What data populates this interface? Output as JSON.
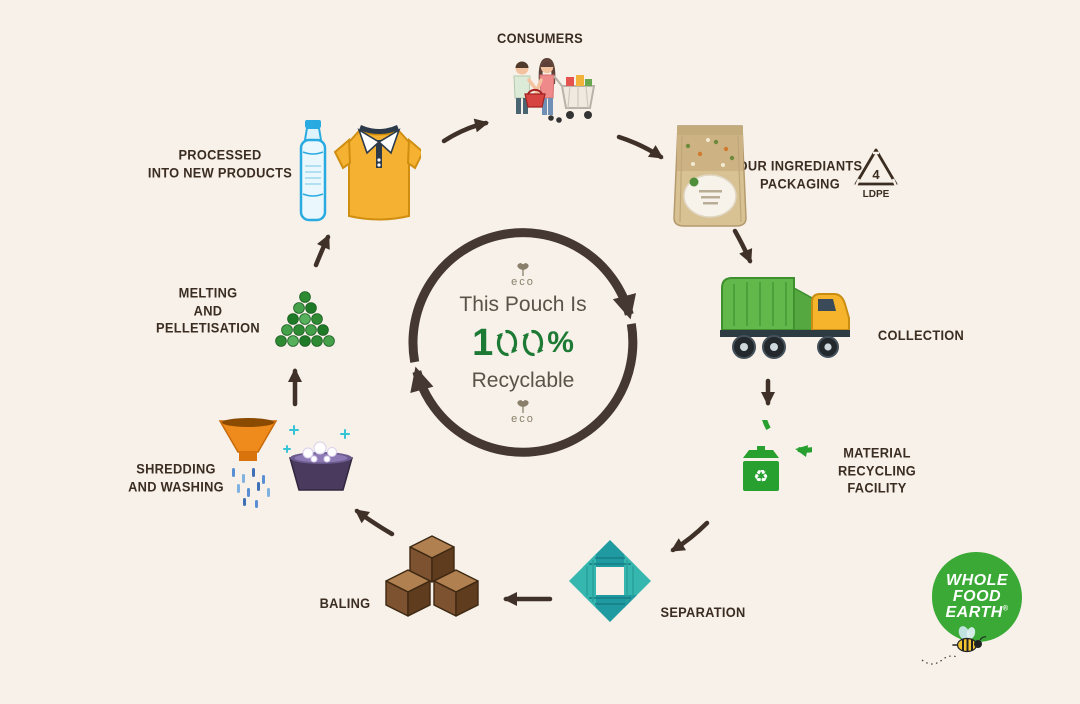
{
  "stages": {
    "consumers": "CONSUMERS",
    "packaging": "OUR INGREDIANTS\nPACKAGING",
    "collection": "COLLECTION",
    "mrf": "MATERIAL\nRECYCLING\nFACILITY",
    "separation": "SEPARATION",
    "baling": "BALING",
    "shredding": "SHREDDING\nAND WASHING",
    "melting": "MELTING\nAND\nPELLETISATION",
    "processed": "PROCESSED\nINTO NEW PRODUCTS"
  },
  "center": {
    "line1": "This Pouch Is",
    "one": "1",
    "percent": "%",
    "line2": "Recyclable",
    "eco": "eco"
  },
  "ldpe": {
    "number": "4",
    "code": "LDPE"
  },
  "icons": {
    "recycle_glyph": "♻"
  },
  "logo": {
    "line1": "WHOLE",
    "line2": "FOOD",
    "line3": "EARTH",
    "registered": "®"
  },
  "colors": {
    "background": "#f7f1e9",
    "arrow": "#3f3028",
    "accent_green": "#1d7a34",
    "label_text": "#3b2d21",
    "logo_green": "#3aa935"
  }
}
